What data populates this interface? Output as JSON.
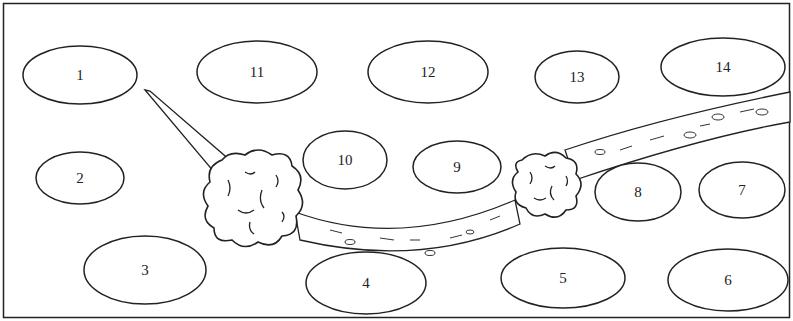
{
  "diagram": {
    "nodes": [
      {
        "text": [
          "1"
        ]
      },
      {
        "text": [
          "11"
        ]
      },
      {
        "text": [
          "12"
        ]
      },
      {
        "text": [
          "13"
        ]
      },
      {
        "text": [
          "14"
        ]
      },
      {
        "text": [
          "2"
        ]
      },
      {
        "text": [
          "10"
        ]
      },
      {
        "text": [
          "9"
        ]
      },
      {
        "text": [
          "8"
        ]
      },
      {
        "text": [
          "7"
        ]
      },
      {
        "text": [
          "3"
        ]
      },
      {
        "text": [
          "4"
        ]
      },
      {
        "text": [
          "5"
        ]
      },
      {
        "text": [
          "6"
        ]
      }
    ]
  }
}
